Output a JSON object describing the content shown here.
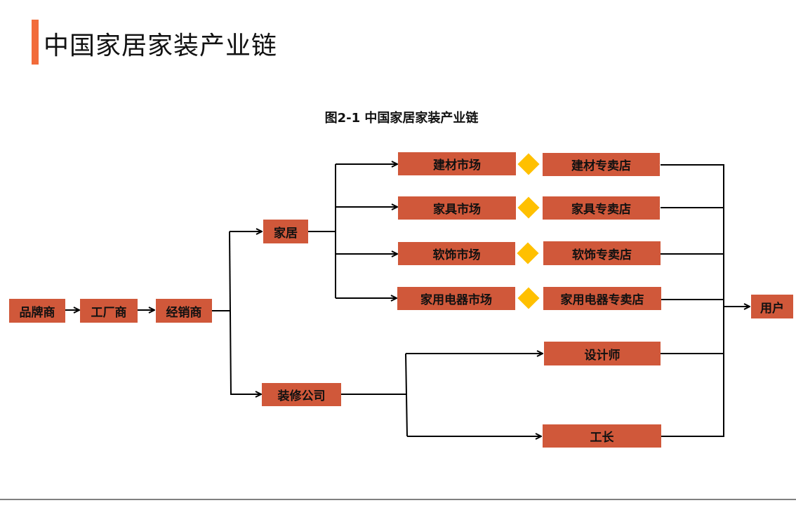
{
  "header": {
    "title": "中国家居家装产业链",
    "accent_color": "#f26b3a"
  },
  "figure": {
    "title": "图2-1 中国家居家装产业链"
  },
  "colors": {
    "box_fill": "#d0583a",
    "connector": "#ffc000",
    "line": "#000000"
  },
  "nodes": {
    "brand": "品牌商",
    "factory": "工厂商",
    "dealer": "经销商",
    "home": "家居",
    "decoration": "装修公司",
    "market_building": "建材市场",
    "market_furniture": "家具市场",
    "market_soft": "软饰市场",
    "market_appliance": "家用电器市场",
    "store_building": "建材专卖店",
    "store_furniture": "家具专卖店",
    "store_soft": "软饰专卖店",
    "store_appliance": "家用电器专卖店",
    "designer": "设计师",
    "foreman": "工长",
    "user": "用户"
  }
}
